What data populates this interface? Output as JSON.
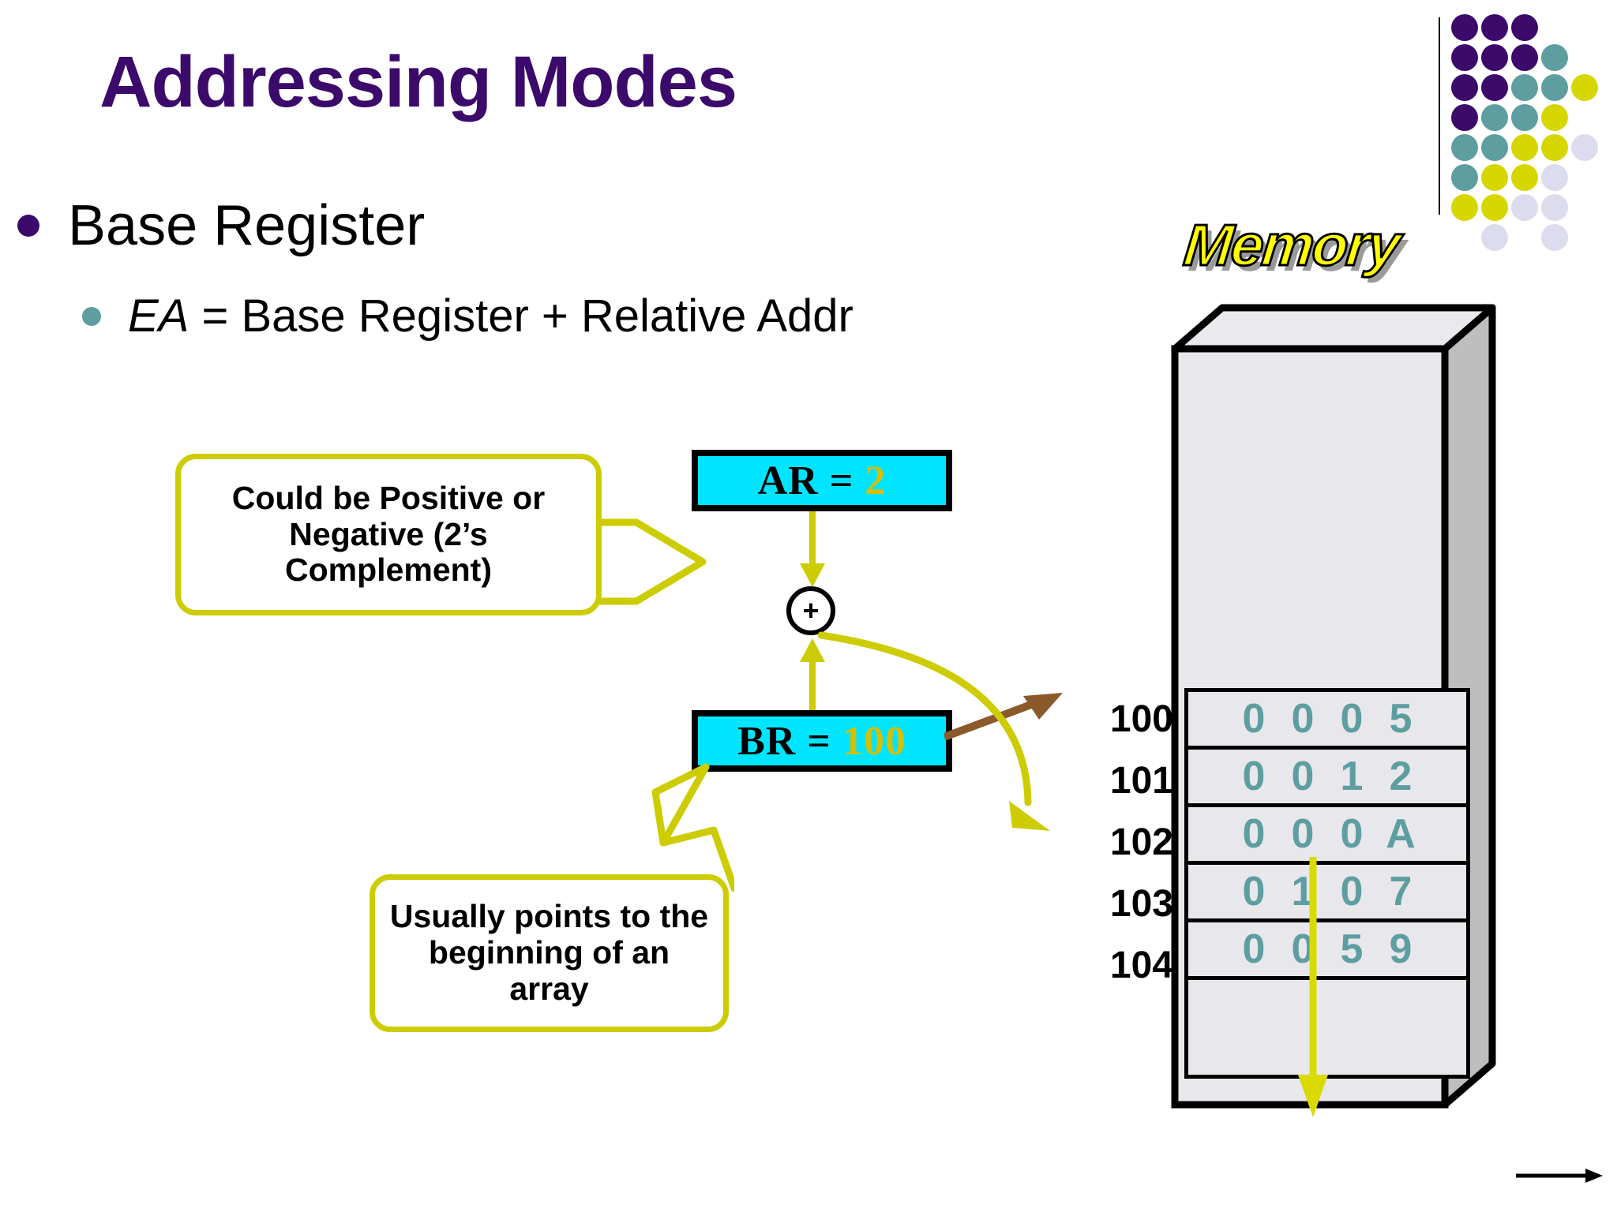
{
  "slide": {
    "title": "Addressing Modes",
    "bullets": [
      {
        "level": 1,
        "text": "Base Register"
      },
      {
        "level": 2,
        "em": "EA",
        "rest": " = Base Register + Relative Addr"
      }
    ]
  },
  "callouts": {
    "ar_note": "Could be Positive or Negative (2’s Complement)",
    "br_note": "Usually points to the beginning of an array"
  },
  "registers": {
    "ar": {
      "label": "AR =",
      "value": "2"
    },
    "br": {
      "label": "BR =",
      "value": "100"
    },
    "adder": "+"
  },
  "memory": {
    "title": "Memory",
    "addresses": [
      "100",
      "101",
      "102",
      "103",
      "104"
    ],
    "cells": [
      [
        "0",
        "0",
        "0",
        "5"
      ],
      [
        "0",
        "0",
        "1",
        "2"
      ],
      [
        "0",
        "0",
        "0",
        "A"
      ],
      [
        "0",
        "1",
        "0",
        "7"
      ],
      [
        "0",
        "0",
        "5",
        "9"
      ]
    ]
  },
  "colors": {
    "title_purple": "#3B0A6B",
    "accent_yellow": "#CCCC00",
    "register_cyan": "#00E5FF",
    "value_gold": "#D4C000",
    "digit_teal": "#5F9EA0",
    "arrow_brown": "#8B5A2B",
    "memory_fill": "#E8E8EC"
  },
  "decoration": {
    "dot_grid": [
      {
        "row": 0,
        "col": 0,
        "color": "#3B0A6B"
      },
      {
        "row": 0,
        "col": 1,
        "color": "#3B0A6B"
      },
      {
        "row": 0,
        "col": 2,
        "color": "#3B0A6B"
      },
      {
        "row": 1,
        "col": 0,
        "color": "#3B0A6B"
      },
      {
        "row": 1,
        "col": 1,
        "color": "#3B0A6B"
      },
      {
        "row": 1,
        "col": 2,
        "color": "#3B0A6B"
      },
      {
        "row": 1,
        "col": 3,
        "color": "#5F9EA0"
      },
      {
        "row": 2,
        "col": 0,
        "color": "#3B0A6B"
      },
      {
        "row": 2,
        "col": 1,
        "color": "#3B0A6B"
      },
      {
        "row": 2,
        "col": 2,
        "color": "#5F9EA0"
      },
      {
        "row": 2,
        "col": 3,
        "color": "#5F9EA0"
      },
      {
        "row": 2,
        "col": 4,
        "color": "#D6D600"
      },
      {
        "row": 3,
        "col": 0,
        "color": "#3B0A6B"
      },
      {
        "row": 3,
        "col": 1,
        "color": "#5F9EA0"
      },
      {
        "row": 3,
        "col": 2,
        "color": "#5F9EA0"
      },
      {
        "row": 3,
        "col": 3,
        "color": "#D6D600"
      },
      {
        "row": 4,
        "col": 0,
        "color": "#5F9EA0"
      },
      {
        "row": 4,
        "col": 1,
        "color": "#5F9EA0"
      },
      {
        "row": 4,
        "col": 2,
        "color": "#D6D600"
      },
      {
        "row": 4,
        "col": 3,
        "color": "#D6D600"
      },
      {
        "row": 4,
        "col": 4,
        "color": "#DCDCEE"
      },
      {
        "row": 5,
        "col": 0,
        "color": "#5F9EA0"
      },
      {
        "row": 5,
        "col": 1,
        "color": "#D6D600"
      },
      {
        "row": 5,
        "col": 2,
        "color": "#D6D600"
      },
      {
        "row": 5,
        "col": 3,
        "color": "#DCDCEE"
      },
      {
        "row": 6,
        "col": 0,
        "color": "#D6D600"
      },
      {
        "row": 6,
        "col": 1,
        "color": "#D6D600"
      },
      {
        "row": 6,
        "col": 2,
        "color": "#DCDCEE"
      },
      {
        "row": 6,
        "col": 3,
        "color": "#DCDCEE"
      },
      {
        "row": 7,
        "col": 1,
        "color": "#DCDCEE"
      },
      {
        "row": 7,
        "col": 3,
        "color": "#DCDCEE"
      }
    ]
  }
}
